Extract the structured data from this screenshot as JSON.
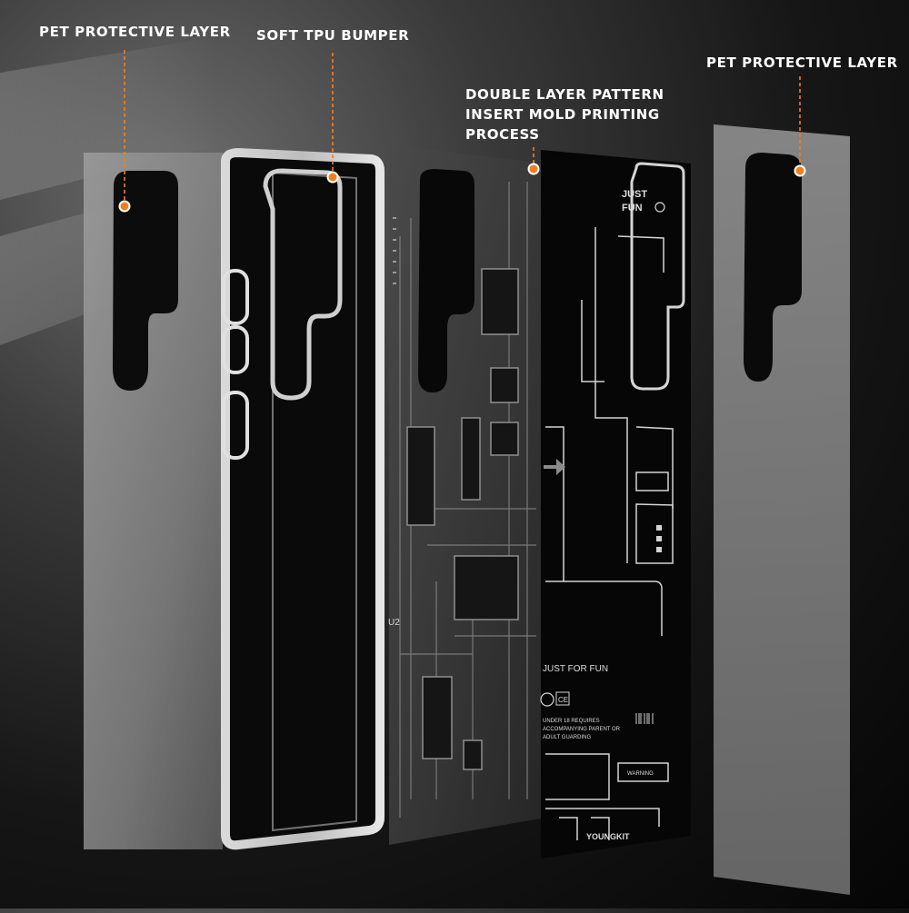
{
  "labels": {
    "pet_left": "PET PROTECTIVE LAYER",
    "tpu_bumper": "SOFT TPU BUMPER",
    "double_layer": "DOUBLE LAYER PATTERN\nINSERT MOLD PRINTING\nPROCESS",
    "pet_right": "PET PROTECTIVE LAYER"
  },
  "pattern_text": {
    "badge_line1": "JUST",
    "badge_line2": "FUN",
    "slogan": "JUST FOR FUN",
    "warning_line1": "UNDER 18 REQUIRES",
    "warning_line2": "ACCOMPANYING PARENT OR",
    "warning_line3": "ADULT GUARDING",
    "ce_mark": "CE",
    "warning_tag": "WARNING",
    "brand": "YOUNGKIT",
    "pcb_marking": "U2"
  },
  "colors": {
    "accent_orange": "#f07f1f",
    "text_white": "#ffffff",
    "pet_film": "#8e8e8e",
    "pcb_dark": "#2b2b2b"
  }
}
